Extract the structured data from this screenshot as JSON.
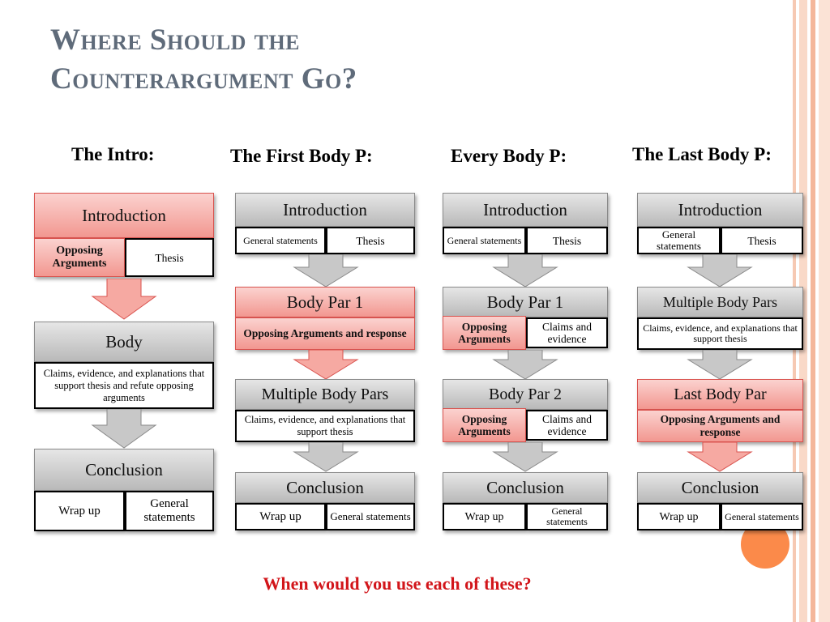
{
  "title": {
    "line1": "Where Should the",
    "line2": "Counterargument Go?"
  },
  "question": "When would you use each of these?",
  "columns": [
    {
      "heading": "The Intro:",
      "intro": {
        "label": "Introduction",
        "left": "Opposing Arguments",
        "right": "Thesis"
      },
      "body": {
        "label": "Body",
        "text": "Claims, evidence, and explanations that support thesis and refute opposing arguments"
      },
      "conclusion": {
        "label": "Conclusion",
        "left": "Wrap up",
        "right": "General statements"
      }
    },
    {
      "heading": "The First Body P:",
      "intro": {
        "label": "Introduction",
        "left": "General statements",
        "right": "Thesis"
      },
      "body1": {
        "label": "Body Par 1",
        "text": "Opposing Arguments and response"
      },
      "body2": {
        "label": "Multiple Body Pars",
        "text": "Claims, evidence, and explanations that support thesis"
      },
      "conclusion": {
        "label": "Conclusion",
        "left": "Wrap up",
        "right": "General statements"
      }
    },
    {
      "heading": "Every Body P:",
      "intro": {
        "label": "Introduction",
        "left": "General statements",
        "right": "Thesis"
      },
      "body1": {
        "label": "Body Par 1",
        "left": "Opposing Arguments",
        "right": "Claims and evidence"
      },
      "body2": {
        "label": "Body Par 2",
        "left": "Opposing Arguments",
        "right": "Claims and evidence"
      },
      "conclusion": {
        "label": "Conclusion",
        "left": "Wrap up",
        "right": "General statements"
      }
    },
    {
      "heading": "The Last Body P:",
      "intro": {
        "label": "Introduction",
        "left": "General statements",
        "right": "Thesis"
      },
      "body1": {
        "label": "Multiple Body Pars",
        "text": "Claims, evidence, and explanations that support thesis"
      },
      "body2": {
        "label": "Last Body Par",
        "text": "Opposing Arguments and response"
      },
      "conclusion": {
        "label": "Conclusion",
        "left": "Wrap up",
        "right": "General statements"
      }
    }
  ],
  "colors": {
    "title": "#5f6b7a",
    "question": "#d2151a",
    "highlight": "#f29790",
    "accent_dot": "#fb8a4a"
  }
}
